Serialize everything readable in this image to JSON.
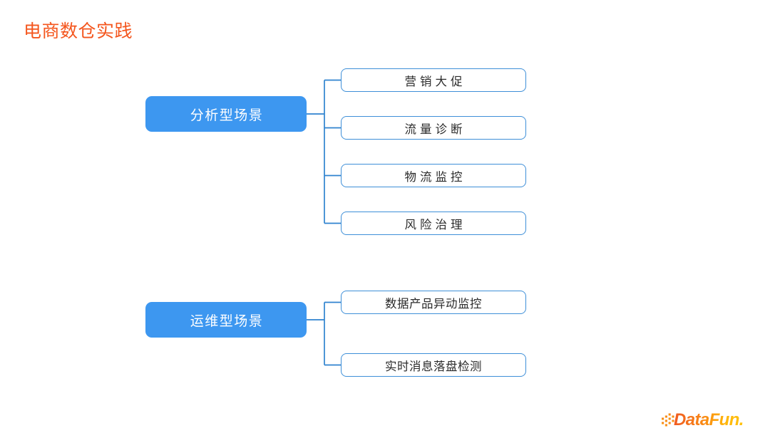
{
  "slide": {
    "title": "电商数仓实践",
    "title_color": "#f4561e",
    "background": "#ffffff"
  },
  "diagram": {
    "type": "tree",
    "accent_blue": "#3d97f0",
    "line_color": "#2f83cf",
    "box_border": "#3e8fd8",
    "groups": [
      {
        "id": "analytical",
        "category_label": "分析型场景",
        "items": [
          {
            "label": "营销大促",
            "spacing": "wide"
          },
          {
            "label": "流量诊断",
            "spacing": "wide"
          },
          {
            "label": "物流监控",
            "spacing": "wide"
          },
          {
            "label": "风险治理",
            "spacing": "wide"
          }
        ]
      },
      {
        "id": "operational",
        "category_label": "运维型场景",
        "items": [
          {
            "label": "数据产品异动监控",
            "spacing": "normal"
          },
          {
            "label": "实时消息落盘检测",
            "spacing": "normal"
          }
        ]
      }
    ]
  },
  "logo": {
    "name": "DataFun",
    "text": "DataFun.",
    "color_start": "#f05a22",
    "color_end": "#ffc20e"
  }
}
